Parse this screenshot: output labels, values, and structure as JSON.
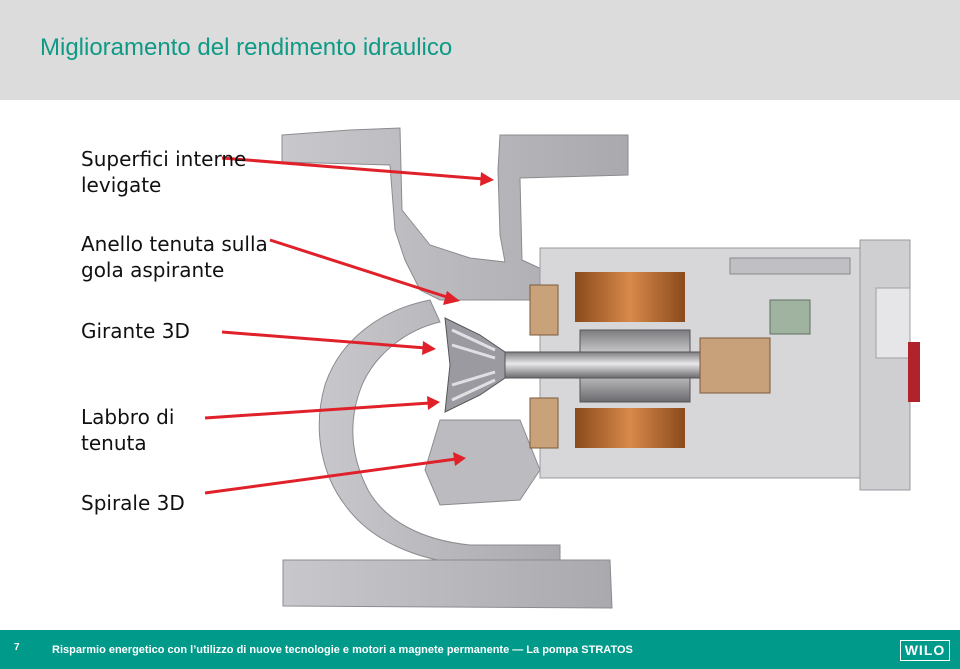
{
  "header": {
    "title": "Miglioramento del rendimento idraulico"
  },
  "labels": [
    {
      "lines": [
        "Superfici interne",
        "levigate"
      ]
    },
    {
      "lines": [
        "Anello tenuta sulla",
        "gola aspirante"
      ]
    },
    {
      "lines": [
        "Girante 3D"
      ]
    },
    {
      "lines": [
        "Labbro di",
        "tenuta"
      ]
    },
    {
      "lines": [
        "Spirale 3D"
      ]
    }
  ],
  "footer": {
    "page_number": "7",
    "text": "Risparmio energetico con l’utilizzo di nuove tecnologie e motori a magnete permanente — La pompa STRATOS",
    "logo": "WILO"
  },
  "colors": {
    "accent": "#009a8a",
    "title": "#0f9a86",
    "arrow": "#e0212a",
    "header_bg": "#dcdcdc"
  }
}
